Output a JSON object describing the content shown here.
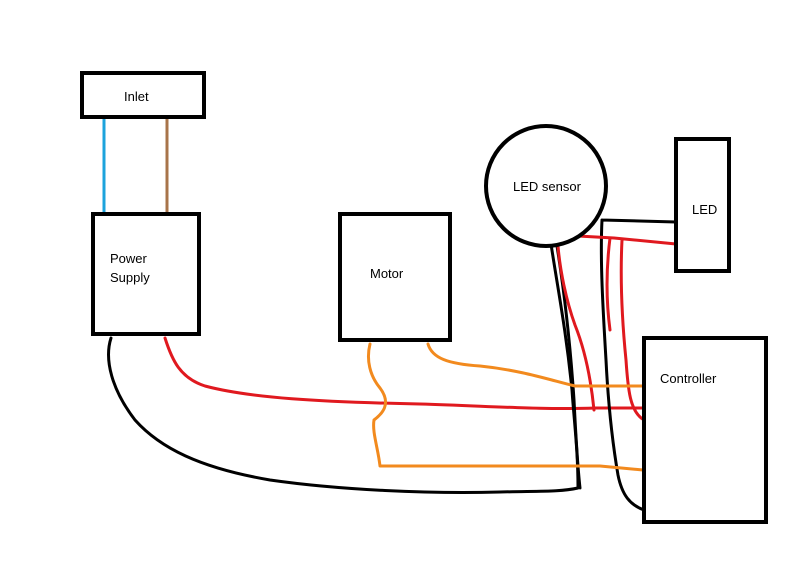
{
  "components": {
    "inlet": "Inlet",
    "power_supply_line1": "Power",
    "power_supply_line2": "Supply",
    "motor": "Motor",
    "led_sensor": "LED sensor",
    "led": "LED",
    "controller": "Controller"
  },
  "colors": {
    "outline": "#000000",
    "wire_blue": "#1ca3dc",
    "wire_brown": "#a8744a",
    "wire_red": "#e0191f",
    "wire_black": "#000000",
    "wire_orange": "#f28a1e"
  }
}
